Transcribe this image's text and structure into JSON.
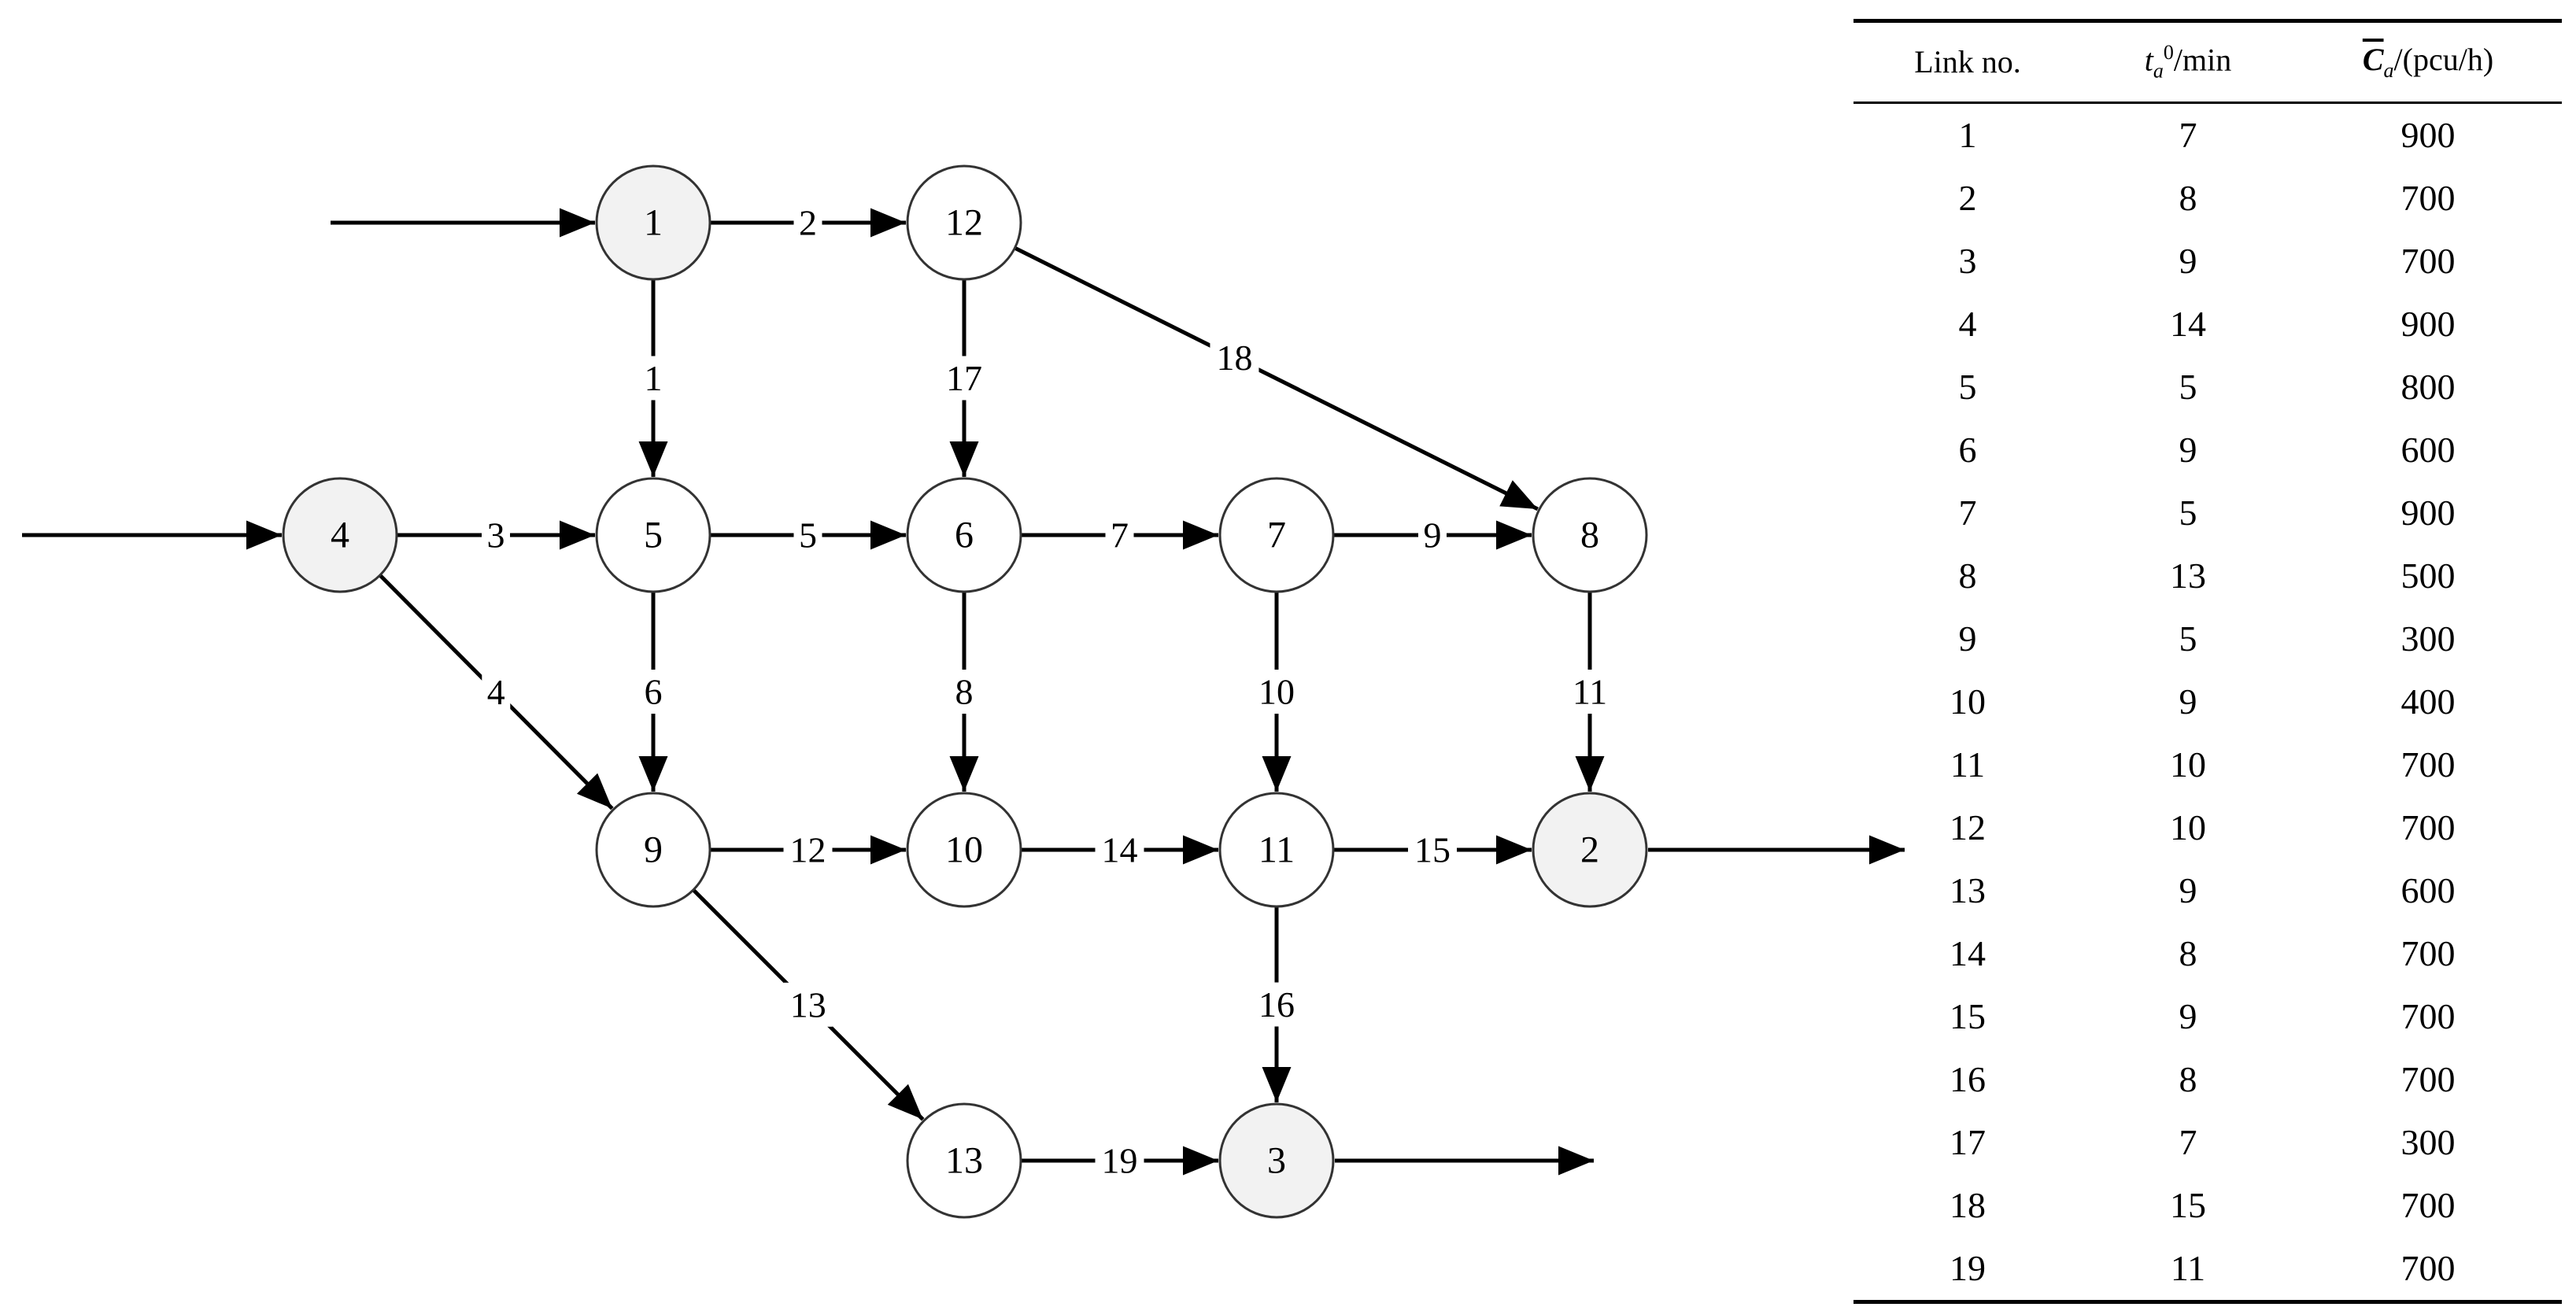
{
  "diagram": {
    "nodes": [
      {
        "id": "n1",
        "label": "1",
        "od": true
      },
      {
        "id": "n2",
        "label": "2",
        "od": true
      },
      {
        "id": "n3",
        "label": "3",
        "od": true
      },
      {
        "id": "n4",
        "label": "4",
        "od": true
      },
      {
        "id": "n5",
        "label": "5",
        "od": false
      },
      {
        "id": "n6",
        "label": "6",
        "od": false
      },
      {
        "id": "n7",
        "label": "7",
        "od": false
      },
      {
        "id": "n8",
        "label": "8",
        "od": false
      },
      {
        "id": "n9",
        "label": "9",
        "od": false
      },
      {
        "id": "n10",
        "label": "10",
        "od": false
      },
      {
        "id": "n11",
        "label": "11",
        "od": false
      },
      {
        "id": "n12",
        "label": "12",
        "od": false
      },
      {
        "id": "n13",
        "label": "13",
        "od": false
      }
    ],
    "links": [
      {
        "label": "1",
        "from": "1",
        "to": "5"
      },
      {
        "label": "2",
        "from": "1",
        "to": "12"
      },
      {
        "label": "3",
        "from": "4",
        "to": "5"
      },
      {
        "label": "4",
        "from": "4",
        "to": "9"
      },
      {
        "label": "5",
        "from": "5",
        "to": "6"
      },
      {
        "label": "6",
        "from": "5",
        "to": "9"
      },
      {
        "label": "7",
        "from": "6",
        "to": "7"
      },
      {
        "label": "8",
        "from": "6",
        "to": "10"
      },
      {
        "label": "9",
        "from": "7",
        "to": "8"
      },
      {
        "label": "10",
        "from": "7",
        "to": "11"
      },
      {
        "label": "11",
        "from": "8",
        "to": "2"
      },
      {
        "label": "12",
        "from": "9",
        "to": "10"
      },
      {
        "label": "13",
        "from": "9",
        "to": "13"
      },
      {
        "label": "14",
        "from": "10",
        "to": "11"
      },
      {
        "label": "15",
        "from": "11",
        "to": "2"
      },
      {
        "label": "16",
        "from": "11",
        "to": "3"
      },
      {
        "label": "17",
        "from": "12",
        "to": "6"
      },
      {
        "label": "18",
        "from": "12",
        "to": "8"
      },
      {
        "label": "19",
        "from": "13",
        "to": "3"
      }
    ],
    "colors": {
      "od_node_fill": "#f2f2f2",
      "node_fill": "#ffffff",
      "line": "#000000"
    }
  },
  "table": {
    "headers": {
      "link": "Link no.",
      "time_symbol": "t",
      "time_sub": "a",
      "time_sup": "0",
      "time_unit": "/min",
      "cap_symbol": "C",
      "cap_sub": "a",
      "cap_unit": "/(pcu/h)"
    },
    "rows": [
      [
        "1",
        "7",
        "900"
      ],
      [
        "2",
        "8",
        "700"
      ],
      [
        "3",
        "9",
        "700"
      ],
      [
        "4",
        "14",
        "900"
      ],
      [
        "5",
        "5",
        "800"
      ],
      [
        "6",
        "9",
        "600"
      ],
      [
        "7",
        "5",
        "900"
      ],
      [
        "8",
        "13",
        "500"
      ],
      [
        "9",
        "5",
        "300"
      ],
      [
        "10",
        "9",
        "400"
      ],
      [
        "11",
        "10",
        "700"
      ],
      [
        "12",
        "10",
        "700"
      ],
      [
        "13",
        "9",
        "600"
      ],
      [
        "14",
        "8",
        "700"
      ],
      [
        "15",
        "9",
        "700"
      ],
      [
        "16",
        "8",
        "700"
      ],
      [
        "17",
        "7",
        "300"
      ],
      [
        "18",
        "15",
        "700"
      ],
      [
        "19",
        "11",
        "700"
      ]
    ]
  }
}
